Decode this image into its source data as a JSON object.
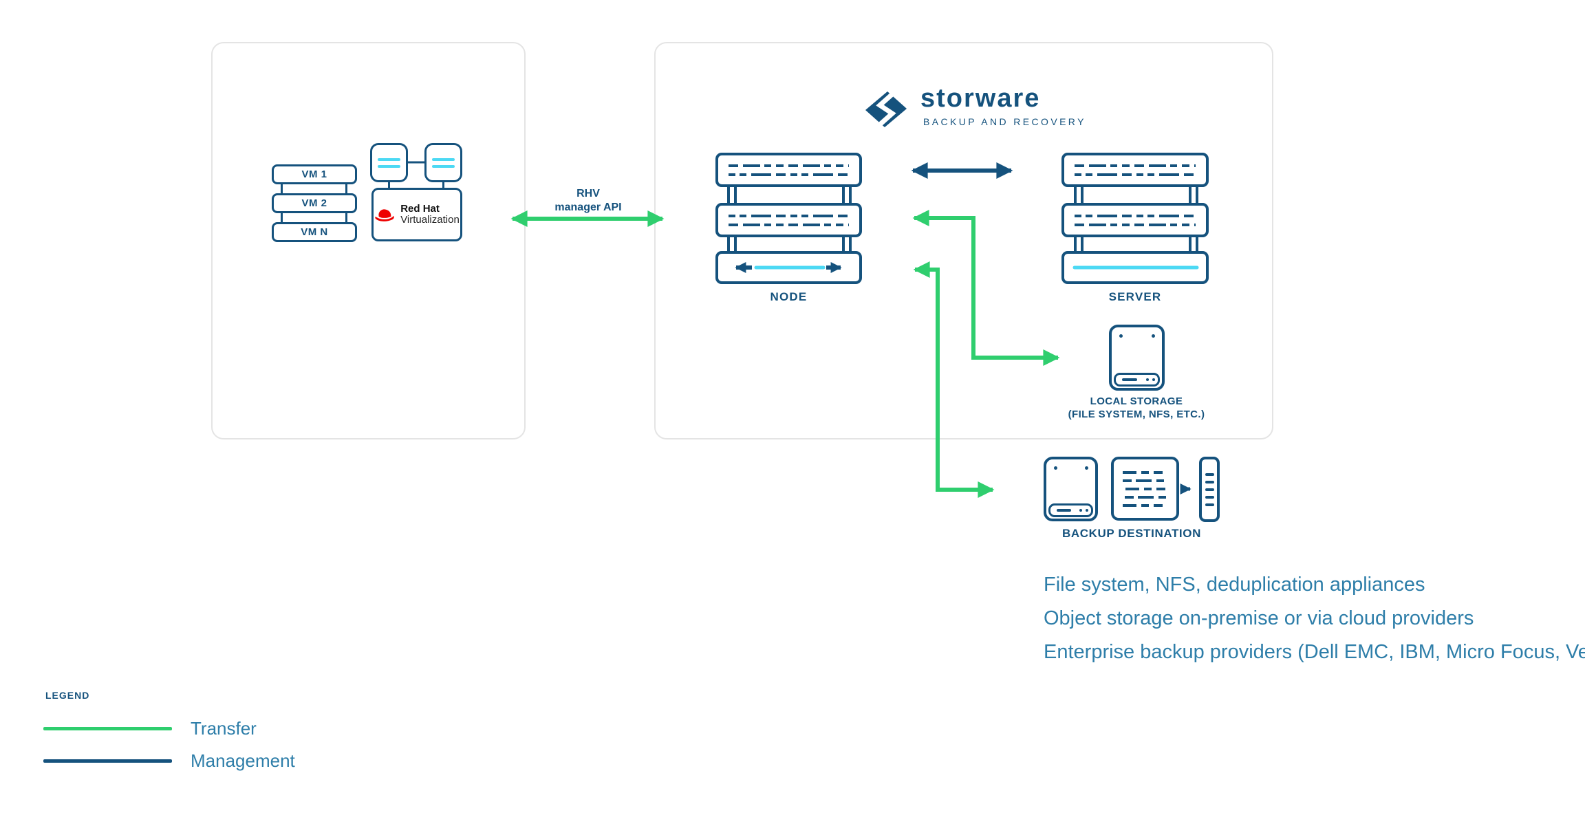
{
  "palette": {
    "navy": "#15527d",
    "green": "#2fce6e",
    "cyan": "#4cd9f4",
    "steel_text": "#2e7ea9",
    "redhat_red": "#ee0000",
    "panel_border": "#e4e4e4"
  },
  "source_panel": {
    "vms": [
      "VM 1",
      "VM 2",
      "VM N"
    ],
    "redhat_logo": {
      "title": "Red Hat",
      "subtitle": "Virtualization"
    }
  },
  "api_link": {
    "label_line1": "RHV",
    "label_line2": "manager API"
  },
  "storware": {
    "wordmark": "storware",
    "tagline": "BACKUP AND RECOVERY"
  },
  "node": {
    "label": "NODE"
  },
  "server": {
    "label": "SERVER"
  },
  "local_storage": {
    "line1": "LOCAL STORAGE",
    "line2": "(FILE SYSTEM, NFS, ETC.)"
  },
  "backup_destination": {
    "label": "BACKUP DESTINATION"
  },
  "notes": {
    "line1": "File system, NFS, deduplication appliances",
    "line2": "Object storage on-premise or via cloud providers",
    "line3": "Enterprise backup providers (Dell EMC, IBM, Micro Focus, Veritas)"
  },
  "legend": {
    "title": "LEGEND",
    "transfer": "Transfer",
    "management": "Management"
  }
}
